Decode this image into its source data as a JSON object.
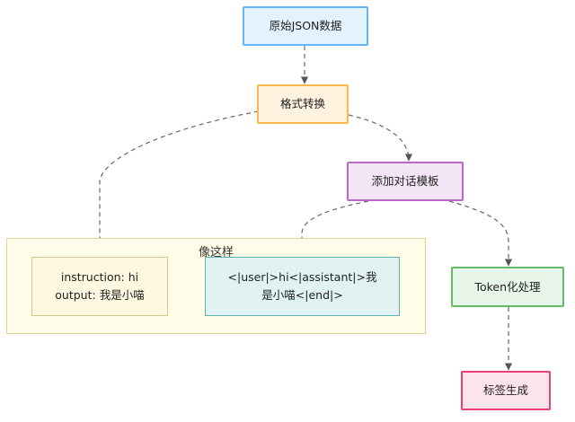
{
  "nodes": {
    "raw_json": "原始JSON数据",
    "format_convert": "格式转换",
    "add_template": "添加对话模板",
    "tokenize": "Token化处理",
    "label_gen": "标签生成"
  },
  "group": {
    "title": "像这样",
    "example_plain": {
      "line1": "instruction: hi",
      "line2": "output: 我是小喵"
    },
    "example_templated": {
      "line1": "<|user|>hi<|assistant|>我",
      "line2": "是小喵<|end|>"
    }
  }
}
